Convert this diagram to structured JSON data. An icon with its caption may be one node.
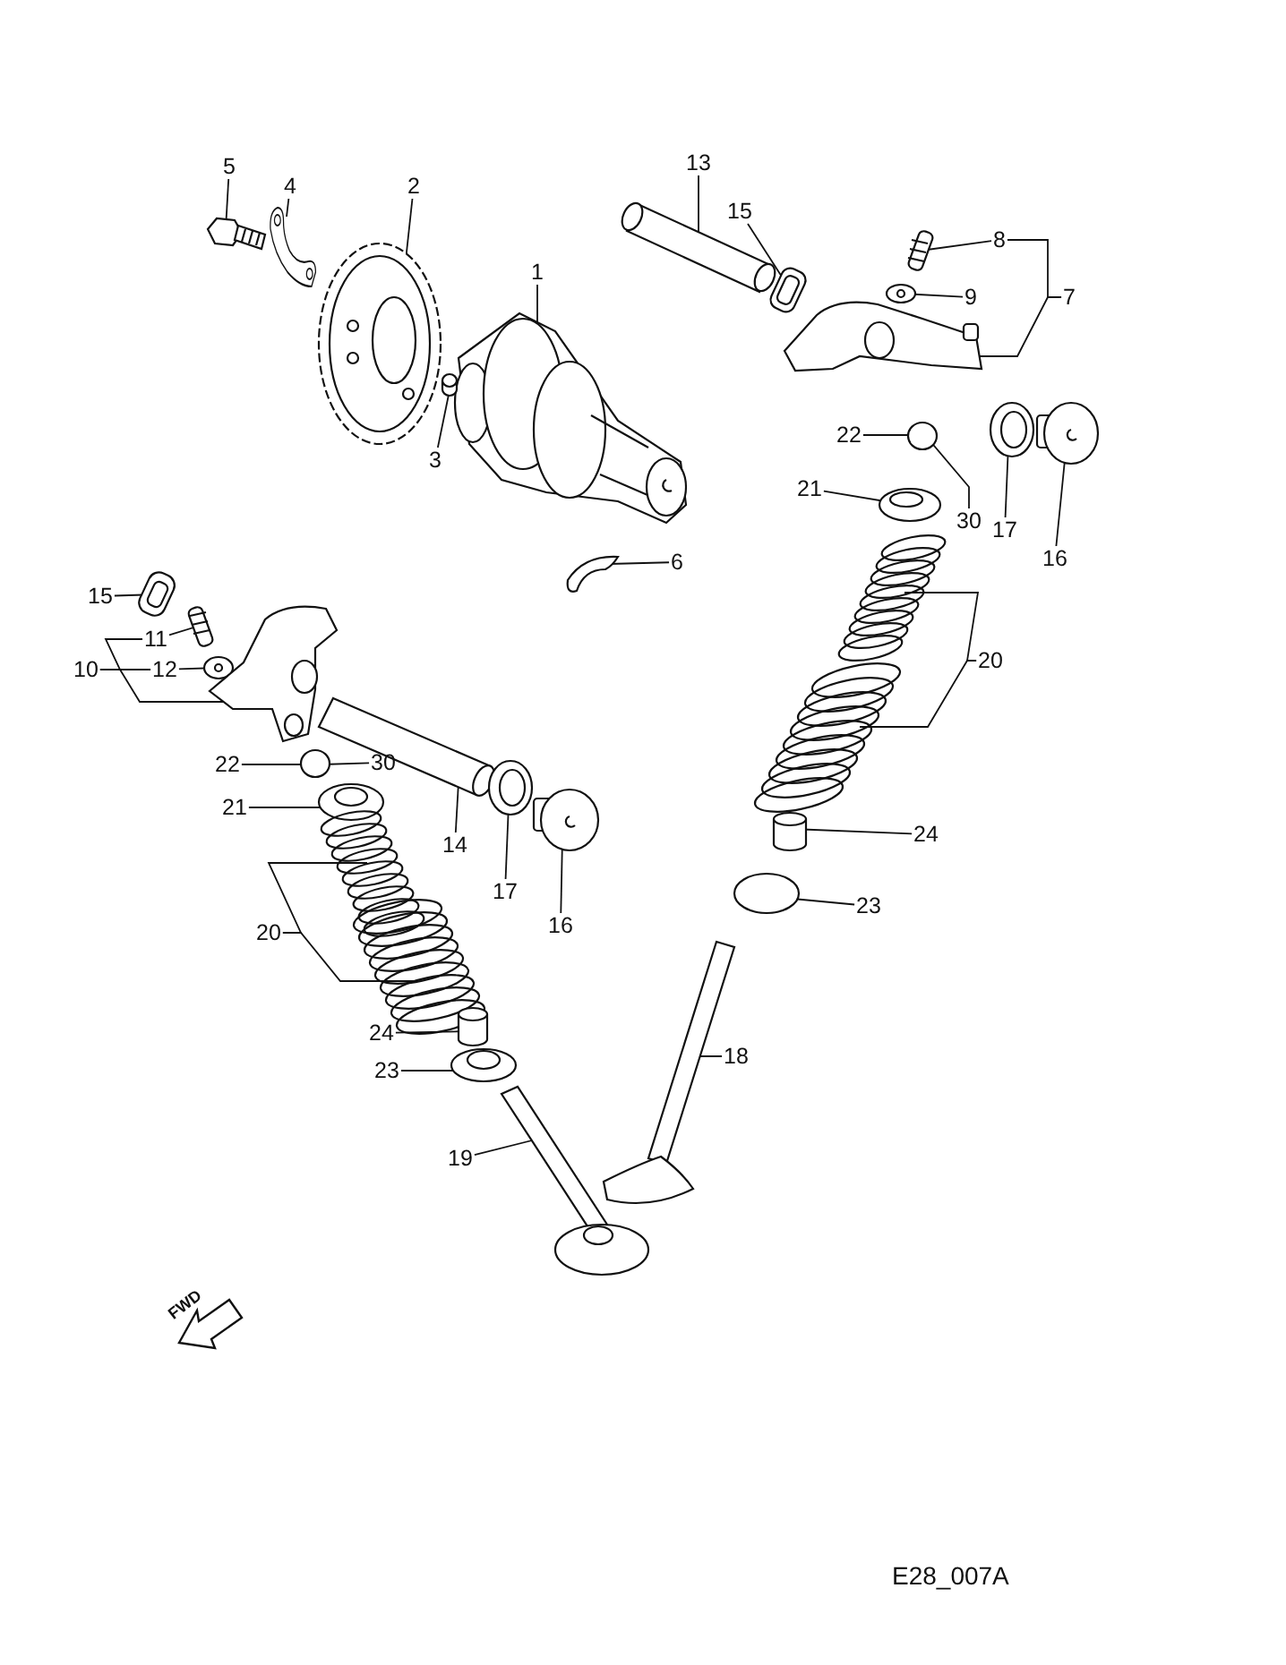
{
  "diagram": {
    "nodes": [
      {
        "text": [
          "5"
        ]
      },
      {
        "text": [],
        "shape": "picture"
      },
      {
        "text": [
          "4"
        ]
      },
      {
        "text": [],
        "shape": "picture"
      },
      {
        "text": [
          "2"
        ]
      },
      {
        "text": [],
        "shape": "picture"
      },
      {
        "text": [
          "1"
        ]
      },
      {
        "text": [],
        "shape": "picture"
      },
      {
        "text": [
          "3"
        ]
      },
      {
        "text": [],
        "shape": "cylinder"
      },
      {
        "text": [
          "6"
        ]
      },
      {
        "text": [],
        "shape": "picture"
      },
      {
        "text": [
          "13"
        ]
      },
      {
        "text": [],
        "shape": "picture"
      },
      {
        "text": [
          "15"
        ]
      },
      {
        "text": [],
        "shape": "picture"
      },
      {
        "text": [
          "8"
        ]
      },
      {
        "text": [],
        "shape": "picture"
      },
      {
        "text": [
          "9"
        ]
      },
      {
        "text": [],
        "shape": "picture"
      },
      {
        "text": [
          "7"
        ]
      },
      {
        "text": [],
        "shape": "picture"
      },
      {
        "text": [
          "22"
        ]
      },
      {
        "text": [],
        "shape": "circle"
      },
      {
        "text": [
          "21"
        ]
      },
      {
        "text": [],
        "shape": "picture"
      },
      {
        "text": [
          "30"
        ]
      },
      {
        "text": [
          "17"
        ]
      },
      {
        "text": [],
        "shape": "picture"
      },
      {
        "text": [
          "16"
        ]
      },
      {
        "text": [],
        "shape": "picture"
      },
      {
        "text": [
          "20"
        ]
      },
      {
        "text": [],
        "shape": "picture"
      },
      {
        "text": [],
        "shape": "picture"
      },
      {
        "text": [
          "24"
        ]
      },
      {
        "text": [],
        "shape": "cylinder"
      },
      {
        "text": [
          "23"
        ]
      },
      {
        "text": [],
        "shape": "circle"
      },
      {
        "text": [
          "18"
        ]
      },
      {
        "text": [],
        "shape": "picture"
      },
      {
        "text": [
          "15"
        ]
      },
      {
        "text": [],
        "shape": "picture"
      },
      {
        "text": [
          "11"
        ]
      },
      {
        "text": [],
        "shape": "picture"
      },
      {
        "text": [
          "10"
        ]
      },
      {
        "text": [
          "12"
        ]
      },
      {
        "text": [],
        "shape": "picture"
      },
      {
        "text": [],
        "shape": "picture"
      },
      {
        "text": [
          "22"
        ]
      },
      {
        "text": [],
        "shape": "circle"
      },
      {
        "text": [
          "30"
        ]
      },
      {
        "text": [
          "21"
        ]
      },
      {
        "text": [],
        "shape": "picture"
      },
      {
        "text": [
          "20"
        ]
      },
      {
        "text": [],
        "shape": "picture"
      },
      {
        "text": [],
        "shape": "picture"
      },
      {
        "text": [
          "14"
        ]
      },
      {
        "text": [],
        "shape": "picture"
      },
      {
        "text": [
          "17"
        ]
      },
      {
        "text": [],
        "shape": "picture"
      },
      {
        "text": [
          "16"
        ]
      },
      {
        "text": [],
        "shape": "picture"
      },
      {
        "text": [
          "24"
        ]
      },
      {
        "text": [],
        "shape": "cylinder"
      },
      {
        "text": [
          "23"
        ]
      },
      {
        "text": [],
        "shape": "picture"
      },
      {
        "text": [
          "19"
        ]
      },
      {
        "text": [],
        "shape": "picture"
      }
    ],
    "edges": [
      {
        "from": 0,
        "to": 1,
        "arrow": "none"
      },
      {
        "from": 2,
        "to": 3,
        "arrow": "none"
      },
      {
        "from": 4,
        "to": 5,
        "arrow": "none"
      },
      {
        "from": 6,
        "to": 7,
        "arrow": "none"
      },
      {
        "from": 8,
        "to": 9,
        "arrow": "none"
      },
      {
        "from": 10,
        "to": 11,
        "arrow": "none"
      },
      {
        "from": 12,
        "to": 13,
        "arrow": "none"
      },
      {
        "from": 14,
        "to": 15,
        "arrow": "none"
      },
      {
        "from": 16,
        "to": 17,
        "arrow": "none"
      },
      {
        "from": 18,
        "to": 19,
        "arrow": "none"
      },
      {
        "from": 20,
        "to": 16,
        "arrow": "none"
      },
      {
        "from": 20,
        "to": 21,
        "arrow": "none"
      },
      {
        "from": 22,
        "to": 23,
        "arrow": "none"
      },
      {
        "from": 24,
        "to": 25,
        "arrow": "none"
      },
      {
        "from": 26,
        "to": 23,
        "arrow": "none"
      },
      {
        "from": 27,
        "to": 28,
        "arrow": "none"
      },
      {
        "from": 29,
        "to": 30,
        "arrow": "none"
      },
      {
        "from": 31,
        "to": 32,
        "arrow": "none"
      },
      {
        "from": 31,
        "to": 33,
        "arrow": "none"
      },
      {
        "from": 34,
        "to": 35,
        "arrow": "none"
      },
      {
        "from": 36,
        "to": 37,
        "arrow": "none"
      },
      {
        "from": 38,
        "to": 39,
        "arrow": "none"
      },
      {
        "from": 40,
        "to": 41,
        "arrow": "none"
      },
      {
        "from": 42,
        "to": 43,
        "arrow": "none"
      },
      {
        "from": 44,
        "to": 42,
        "arrow": "none"
      },
      {
        "from": 44,
        "to": 45,
        "arrow": "none"
      },
      {
        "from": 44,
        "to": 47,
        "arrow": "none"
      },
      {
        "from": 45,
        "to": 46,
        "arrow": "none"
      },
      {
        "from": 48,
        "to": 49,
        "arrow": "none"
      },
      {
        "from": 50,
        "to": 49,
        "arrow": "none"
      },
      {
        "from": 51,
        "to": 52,
        "arrow": "none"
      },
      {
        "from": 53,
        "to": 54,
        "arrow": "none"
      },
      {
        "from": 53,
        "to": 55,
        "arrow": "none"
      },
      {
        "from": 56,
        "to": 57,
        "arrow": "none"
      },
      {
        "from": 58,
        "to": 59,
        "arrow": "none"
      },
      {
        "from": 60,
        "to": 61,
        "arrow": "none"
      },
      {
        "from": 62,
        "to": 63,
        "arrow": "none"
      },
      {
        "from": 64,
        "to": 65,
        "arrow": "none"
      },
      {
        "from": 66,
        "to": 67,
        "arrow": "none"
      }
    ],
    "labels": [
      "FWD",
      "E28_007A"
    ]
  }
}
